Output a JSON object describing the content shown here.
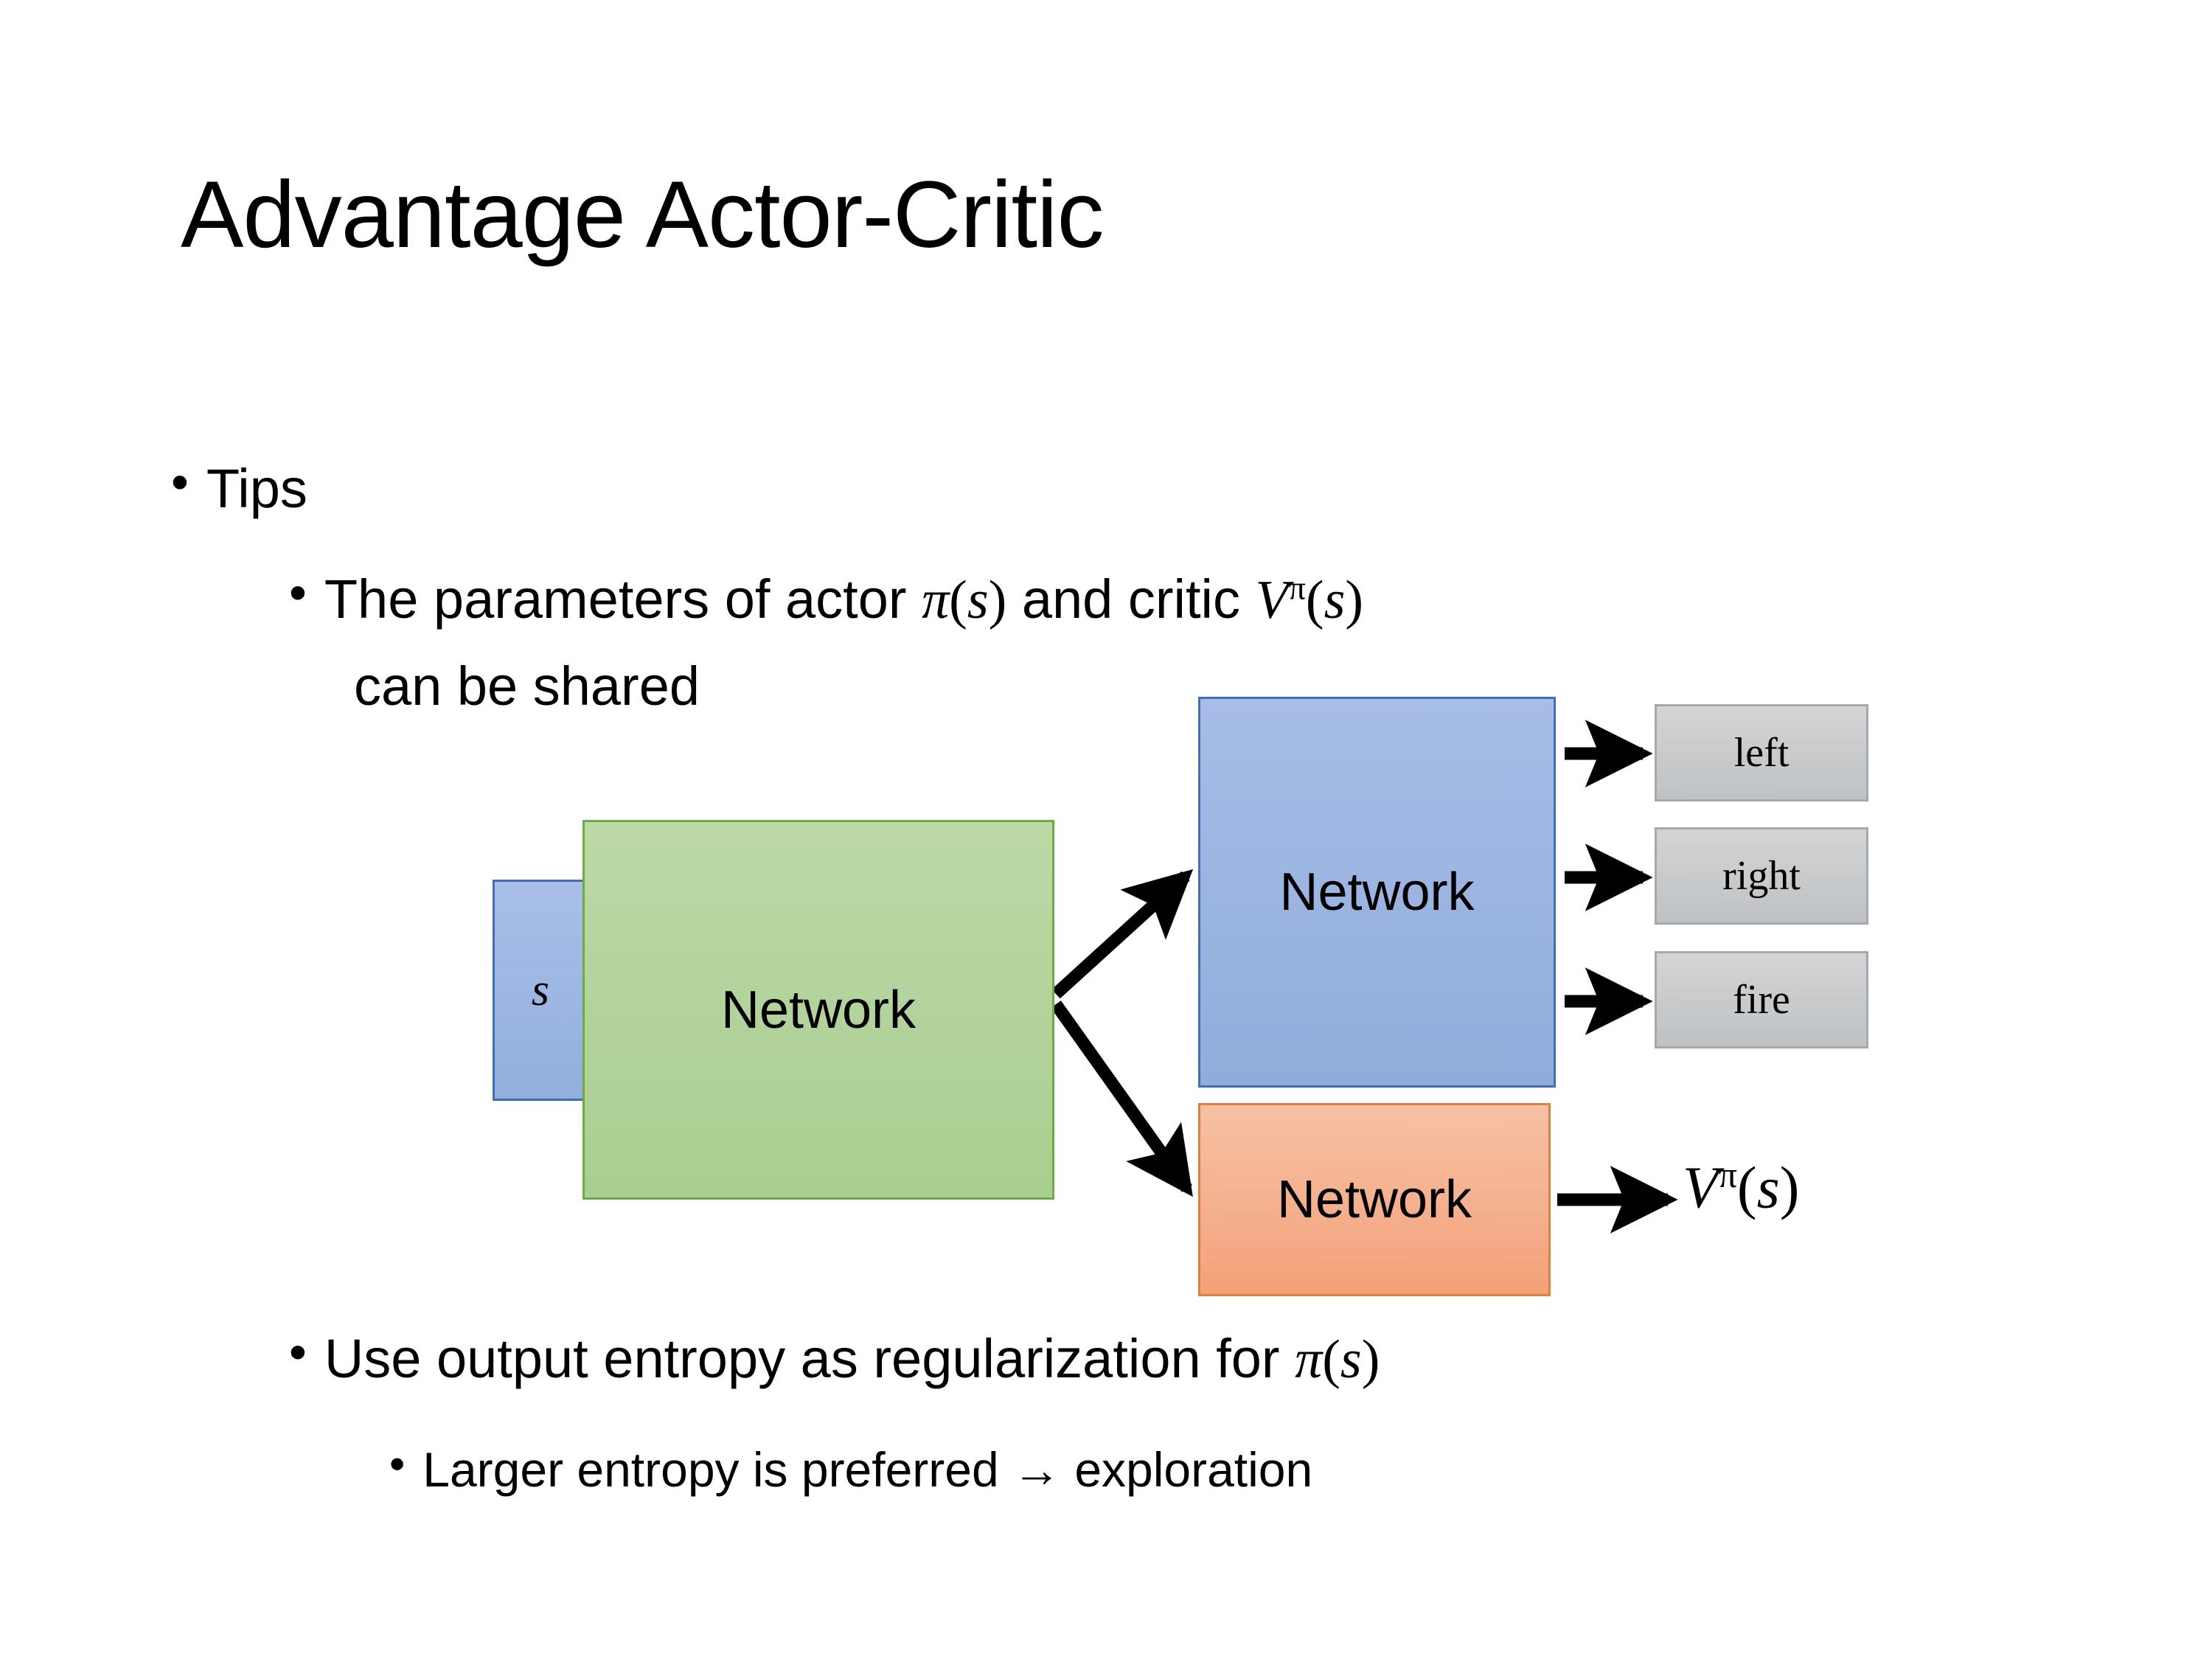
{
  "slide": {
    "title": "Advantage Actor-Critic",
    "bullets": {
      "tips": {
        "marker": "•",
        "text": "Tips"
      },
      "params": {
        "marker": "•",
        "line1_pre": "The parameters of actor ",
        "line1_math_pi": "π(s)",
        "line1_mid": "  and critic ",
        "line1_math_v": "Vπ(s)",
        "line2": "can be shared"
      },
      "entropy": {
        "marker": "•",
        "pre": "Use output entropy as regularization for ",
        "math": "π(s)"
      },
      "larger": {
        "marker": "•",
        "text": "Larger entropy is preferred → exploration"
      }
    }
  },
  "diagram": {
    "state_box": {
      "label": "s"
    },
    "shared_network": {
      "label": "Network"
    },
    "actor_network": {
      "label": "Network"
    },
    "critic_network": {
      "label": "Network"
    },
    "action_outputs": [
      {
        "label": "left"
      },
      {
        "label": "right"
      },
      {
        "label": "fire"
      }
    ],
    "critic_output": {
      "base": "V",
      "exponent": "π",
      "arg": "(s)"
    },
    "colors": {
      "state_fill": "#a0b8e4",
      "state_border": "#3f6fb5",
      "shared_fill": "#b0d29b",
      "shared_border": "#6eab45",
      "actor_fill": "#9cb6e2",
      "actor_border": "#3f6fb5",
      "critic_fill": "#f5b08e",
      "critic_border": "#e08040",
      "output_fill": "#c6c9cb",
      "output_border": "#a6a9ab",
      "arrow": "#000000",
      "text": "#000000",
      "background": "#ffffff"
    }
  }
}
